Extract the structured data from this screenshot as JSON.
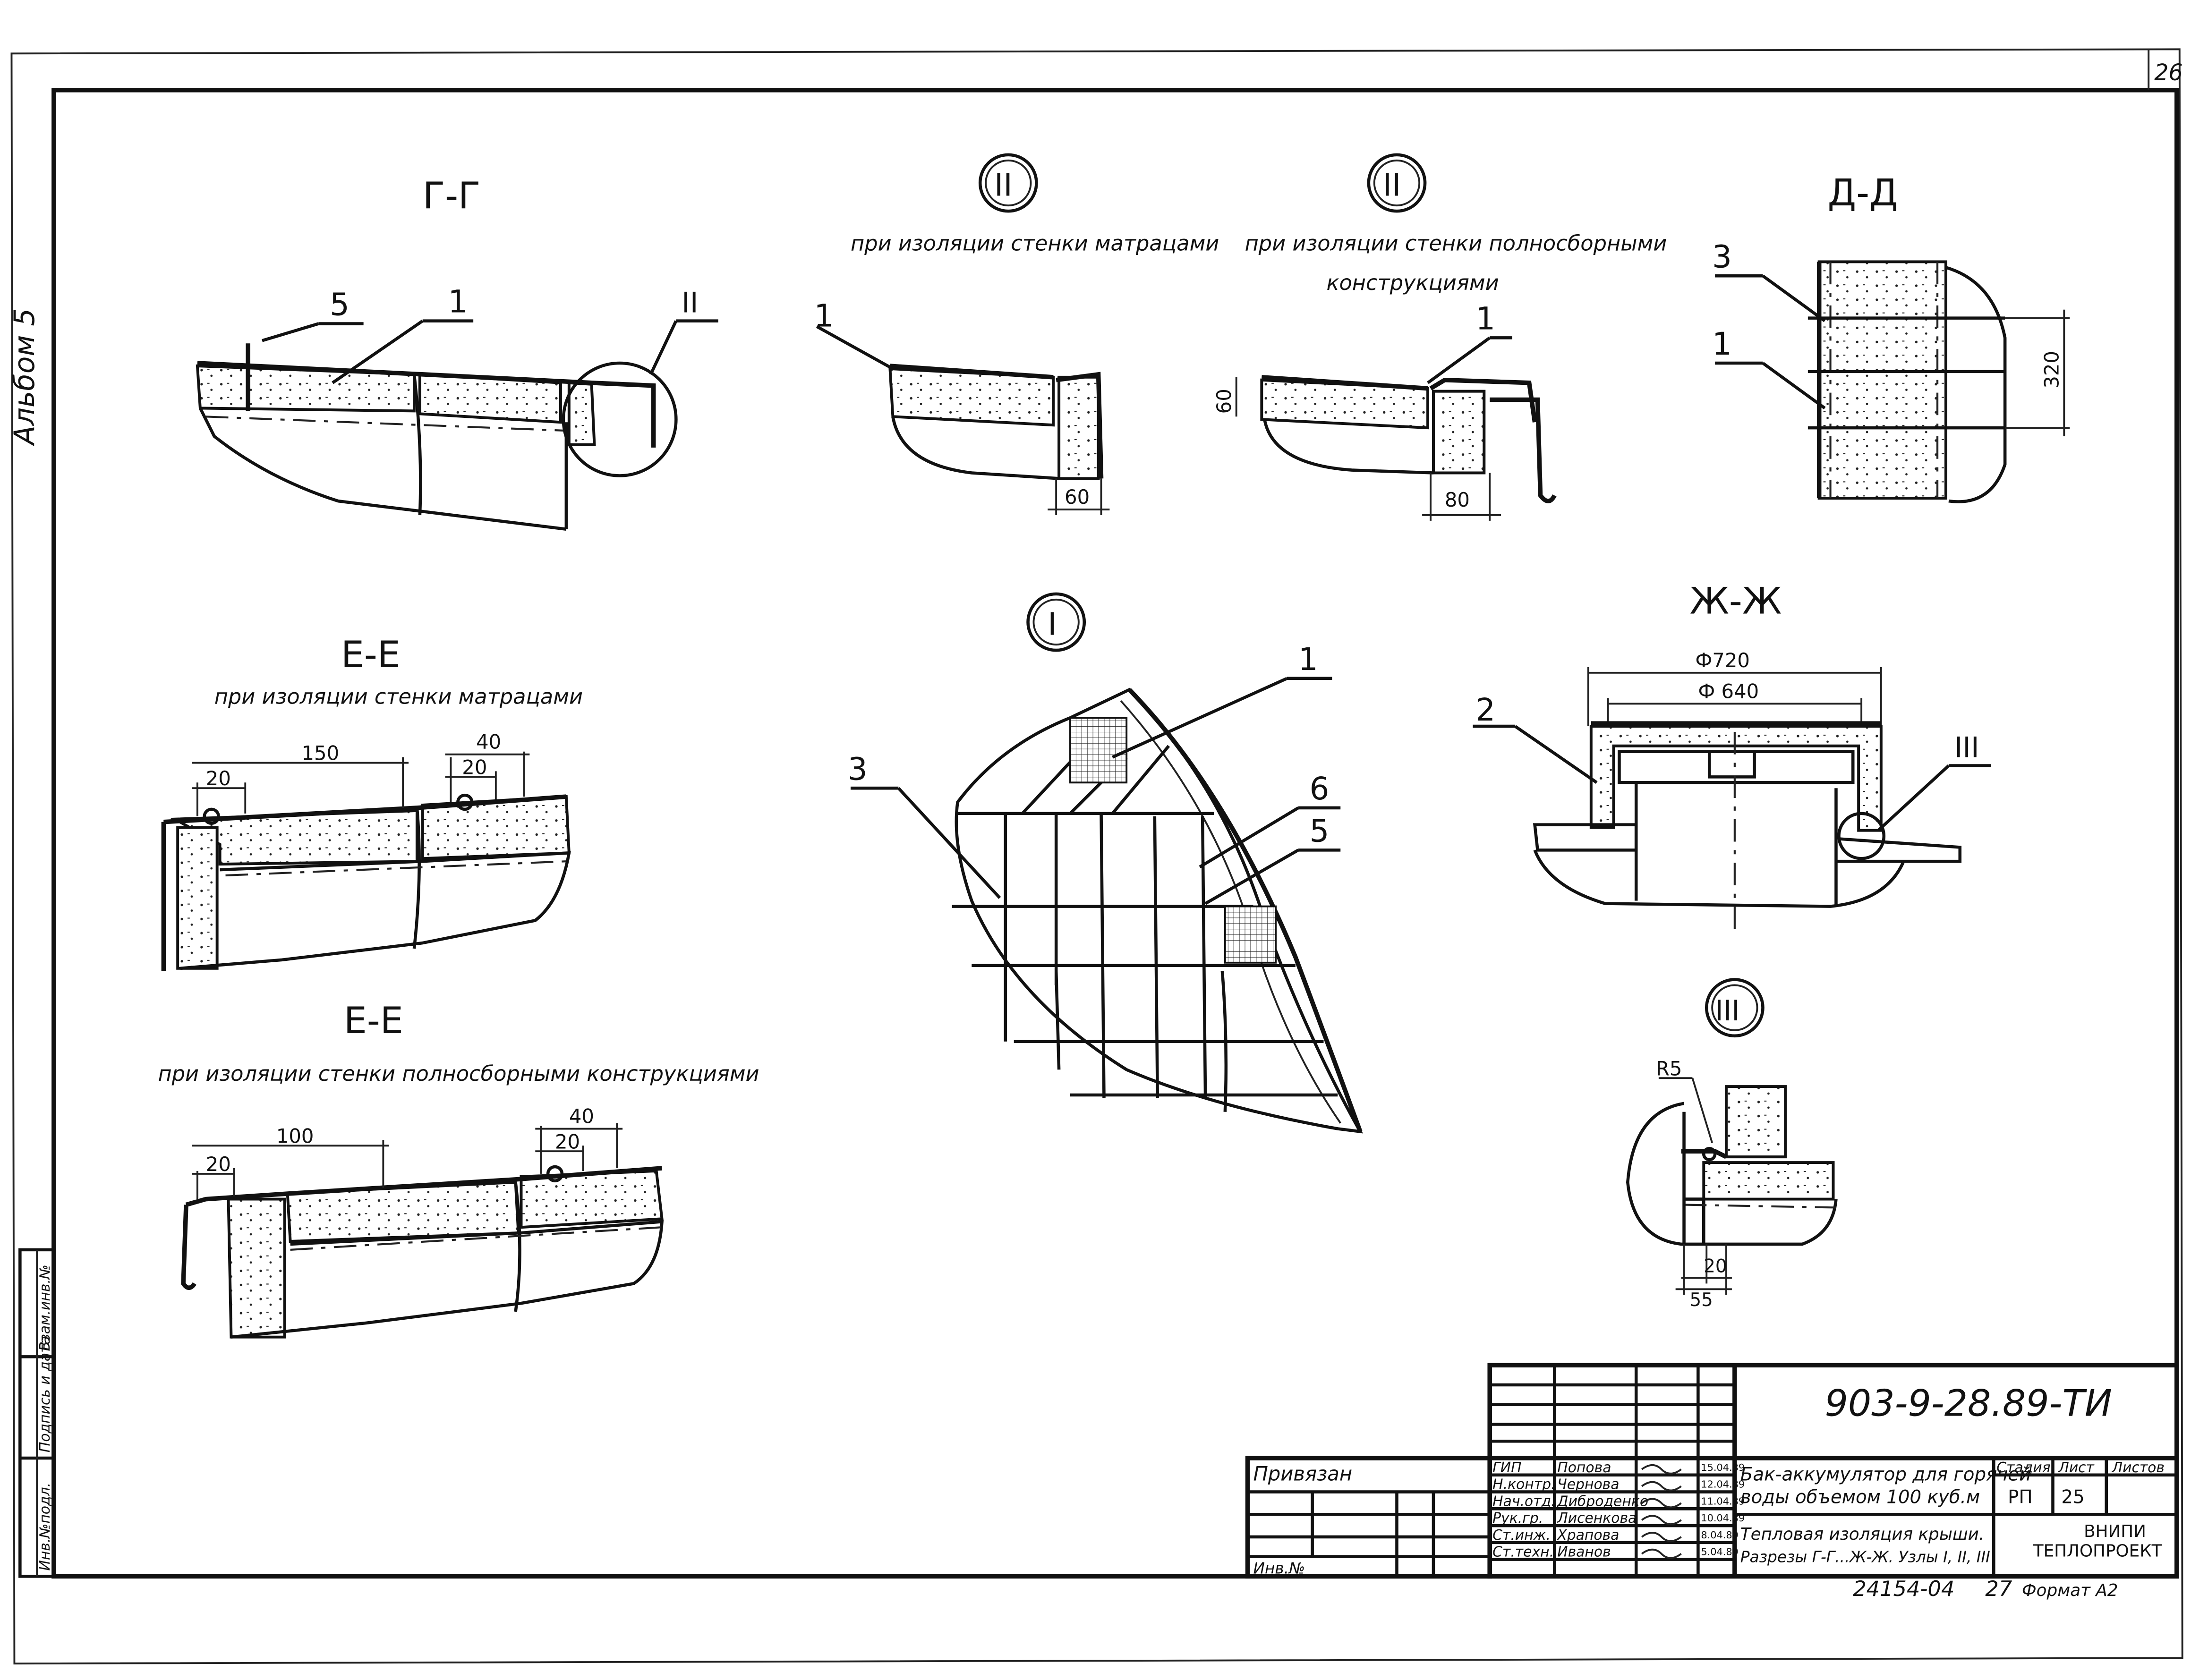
{
  "page_number": "26",
  "album": "Альбом 5",
  "views": {
    "gg": {
      "title": "Г-Г",
      "callouts": [
        "5",
        "1",
        "II"
      ]
    },
    "node2a": {
      "mark": "II",
      "caption": "при изоляции стенки матрацами",
      "callout": "1",
      "dim": "60"
    },
    "node2b": {
      "mark": "II",
      "caption_line1": "при изоляции стенки полносборными",
      "caption_line2": "конструкциями",
      "callout": "1",
      "dim_v": "60",
      "dim_h": "80"
    },
    "dd": {
      "title": "Д-Д",
      "callouts": [
        "3",
        "1"
      ],
      "dim": "320"
    },
    "ee1": {
      "title": "Е-Е",
      "caption": "при изоляции стенки матрацами",
      "dims": [
        "150",
        "20",
        "40",
        "20"
      ]
    },
    "ee2": {
      "title": "Е-Е",
      "caption": "при изоляции стенки полносборными конструкциями",
      "dims": [
        "100",
        "20",
        "40",
        "20"
      ]
    },
    "node1": {
      "mark": "I",
      "callouts": [
        "1",
        "3",
        "6",
        "5"
      ]
    },
    "zz": {
      "title": "Ж-Ж",
      "dim_outer": "Ф720",
      "dim_inner": "Ф 640",
      "callouts": [
        "2",
        "III"
      ]
    },
    "node3": {
      "mark": "III",
      "radius": "R5",
      "dims": [
        "20",
        "55"
      ]
    }
  },
  "stamp": {
    "code": "903-9-28.89-ТИ",
    "privyazan": "Привязан",
    "inv_no": "Инв.№",
    "roles": [
      "ГИП",
      "Н.контр.",
      "Нач.отд.",
      "Рук.гр.",
      "Ст.инж.",
      "Ст.техн."
    ],
    "names": [
      "Попова",
      "Чернова",
      "Диброденко",
      "Лисенкова",
      "Храпова",
      "Иванов"
    ],
    "dates": [
      "15.04.89",
      "12.04.89",
      "11.04.89",
      "10.04.89",
      "8.04.89",
      "5.04.89"
    ],
    "title_line1": "Бак-аккумулятор для горячей",
    "title_line2": "воды объемом 100 куб.м",
    "sheet_title_line1": "Тепловая изоляция крыши.",
    "sheet_title_line2": "Разрезы Г-Г...Ж-Ж. Узлы I, II, III",
    "stage_label": "Стадия",
    "sheet_label": "Лист",
    "sheets_label": "Листов",
    "stage": "РП",
    "sheet": "25",
    "org_line1": "ВНИПИ",
    "org_line2": "ТЕПЛОПРОЕКТ",
    "footer_number": "24154-04",
    "footer_page": "27",
    "format": "Формат А2"
  },
  "side_table": [
    "Инв.№подл.",
    "Подпись и дата",
    "Взам.инв.№"
  ]
}
